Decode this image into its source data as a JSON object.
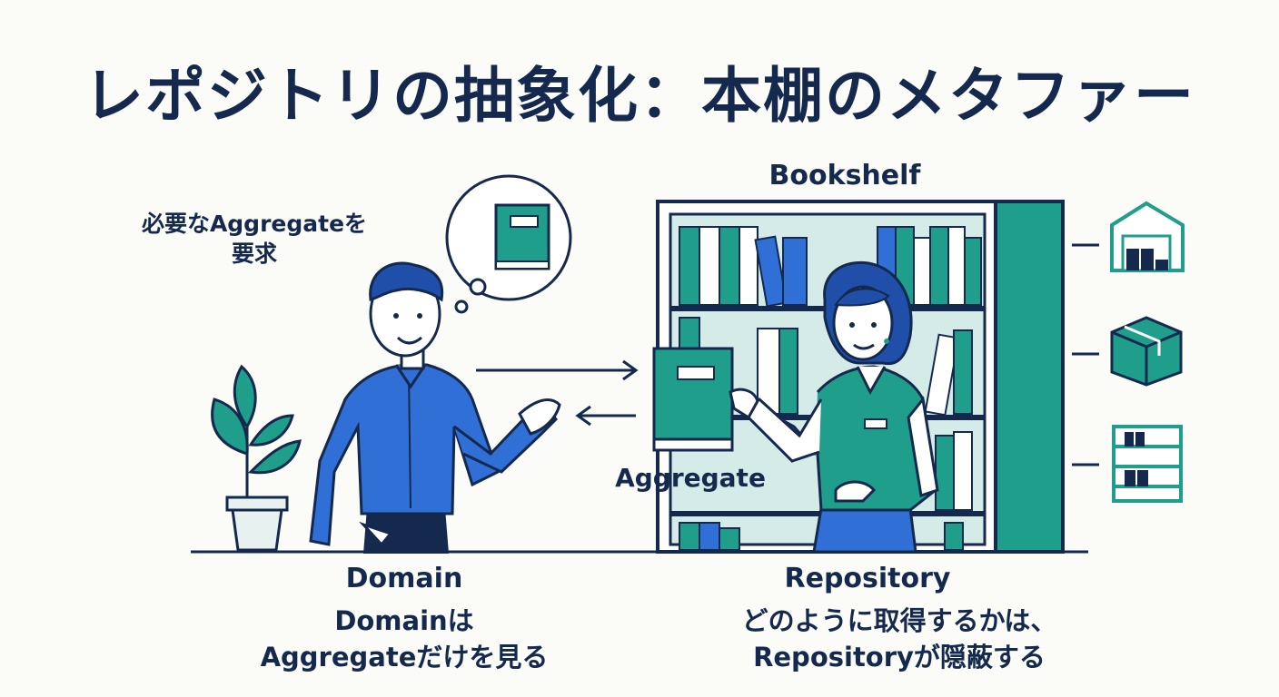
{
  "title": "レポジトリの抽象化：本棚のメタファー",
  "thought_bubble": {
    "line1": "必要なAggregateを",
    "line2": "要求"
  },
  "labels": {
    "bookshelf": "Bookshelf",
    "aggregate": "Aggregate",
    "domain": "Domain",
    "repository": "Repository"
  },
  "captions": {
    "domain_line1": "Domainは",
    "domain_line2": "Aggregateだけを見る",
    "repository_line1": "どのように取得するかは、",
    "repository_line2": "Repositoryが隠蔽する"
  },
  "icons": [
    "warehouse-icon",
    "box-icon",
    "shelf-icon",
    "book-icon",
    "plant-icon"
  ],
  "colors": {
    "navy": "#14294d",
    "blue": "#2f6fd6",
    "teal": "#1f9e8c",
    "light_teal": "#d4ebe8"
  }
}
